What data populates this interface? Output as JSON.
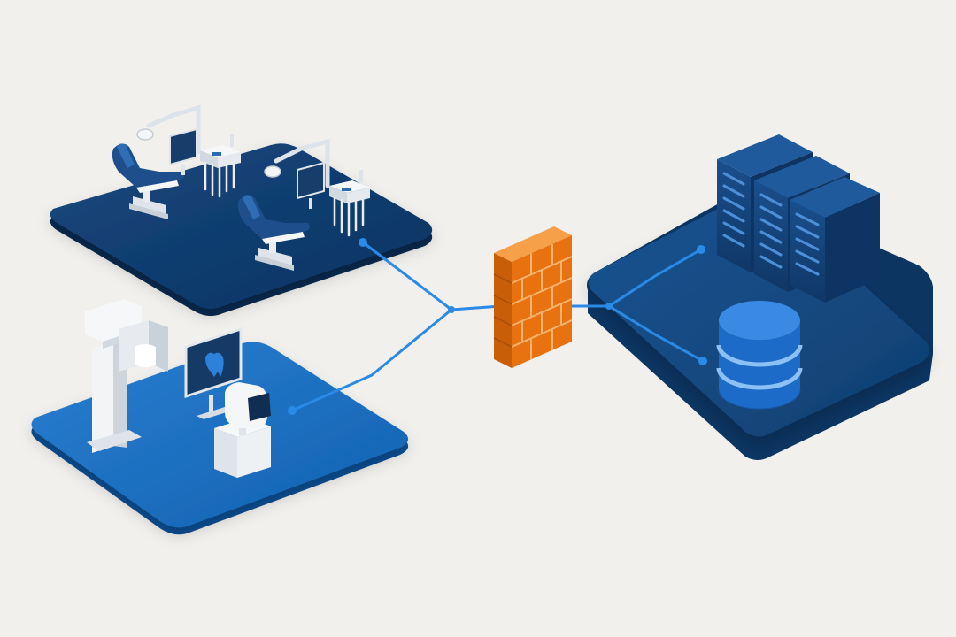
{
  "diagram": {
    "nodes": [
      {
        "id": "treatment-room",
        "icons": [
          "dental-chair-icon",
          "dental-chair-icon",
          "dental-light-icon",
          "monitor-icon",
          "instrument-tray-icon"
        ]
      },
      {
        "id": "imaging-room",
        "icons": [
          "panoramic-xray-icon",
          "tooth-monitor-icon",
          "intraoral-scanner-icon"
        ]
      },
      {
        "id": "firewall",
        "icons": [
          "brick-wall-icon"
        ]
      },
      {
        "id": "data-center",
        "icons": [
          "server-rack-icon",
          "server-rack-icon",
          "server-rack-icon",
          "database-icon"
        ]
      }
    ],
    "edges": [
      {
        "from": "treatment-room",
        "to": "firewall"
      },
      {
        "from": "imaging-room",
        "to": "firewall"
      },
      {
        "from": "firewall",
        "to": "data-center"
      }
    ],
    "colors": {
      "background": "#f1f0ed",
      "platform_dark": "#0d3a68",
      "platform_light": "#1766b8",
      "platform_server": "#12467d",
      "link": "#2a8ae6",
      "firewall": "#f07c18",
      "database": "#1d6bc9",
      "equipment": "#e9ecef"
    }
  }
}
